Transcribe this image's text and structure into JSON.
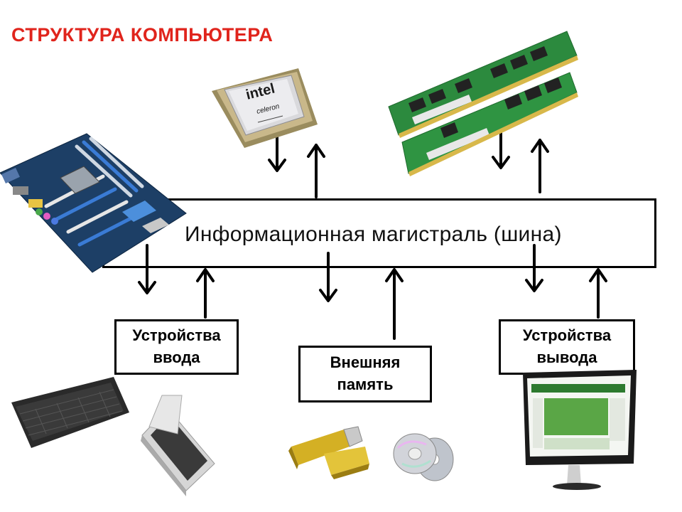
{
  "title": "СТРУКТУРА КОМПЬЮТЕРА",
  "bus_label": "Информационная  магистраль (шина)",
  "boxes": {
    "input": {
      "line1": "Устройства",
      "line2": "ввода"
    },
    "storage": {
      "line1": "Внешняя",
      "line2": "память"
    },
    "output": {
      "line1": "Устройства",
      "line2": "вывода"
    }
  },
  "cpu_logo": {
    "brand": "intel",
    "model": "celeron"
  },
  "icons": [
    "cpu-chip-icon",
    "ram-modules-icon",
    "motherboard-icon",
    "keyboard-icon",
    "scanner-icon",
    "usb-flash-drive-icon",
    "optical-discs-icon",
    "monitor-icon"
  ],
  "colors": {
    "title": "#e0241c",
    "line": "#000000"
  }
}
